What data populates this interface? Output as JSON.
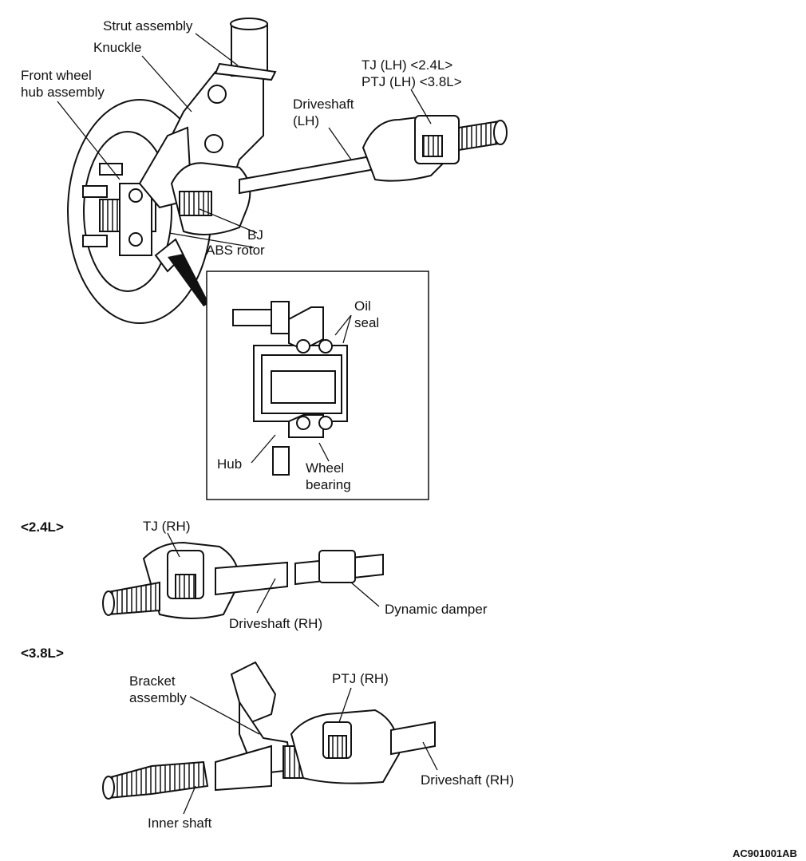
{
  "figure_code": "AC901001AB",
  "sections": {
    "s24": "<2.4L>",
    "s38": "<3.8L>"
  },
  "labels": {
    "strut_assembly": "Strut assembly",
    "knuckle": "Knuckle",
    "front_wheel_hub_line1": "Front wheel",
    "front_wheel_hub_line2": "hub assembly",
    "tj_lh_line1": "TJ (LH) <2.4L>",
    "tj_lh_line2": "PTJ (LH) <3.8L>",
    "driveshaft_lh_line1": "Driveshaft",
    "driveshaft_lh_line2": "(LH)",
    "bj": "BJ",
    "abs_rotor": "ABS rotor",
    "oil_seal_line1": "Oil",
    "oil_seal_line2": "seal",
    "hub": "Hub",
    "wheel_bearing_line1": "Wheel",
    "wheel_bearing_line2": "bearing",
    "tj_rh": "TJ (RH)",
    "driveshaft_rh_24": "Driveshaft (RH)",
    "dynamic_damper": "Dynamic damper",
    "bracket_line1": "Bracket",
    "bracket_line2": "assembly",
    "ptj_rh": "PTJ (RH)",
    "driveshaft_rh_38": "Driveshaft (RH)",
    "inner_shaft": "Inner shaft"
  }
}
